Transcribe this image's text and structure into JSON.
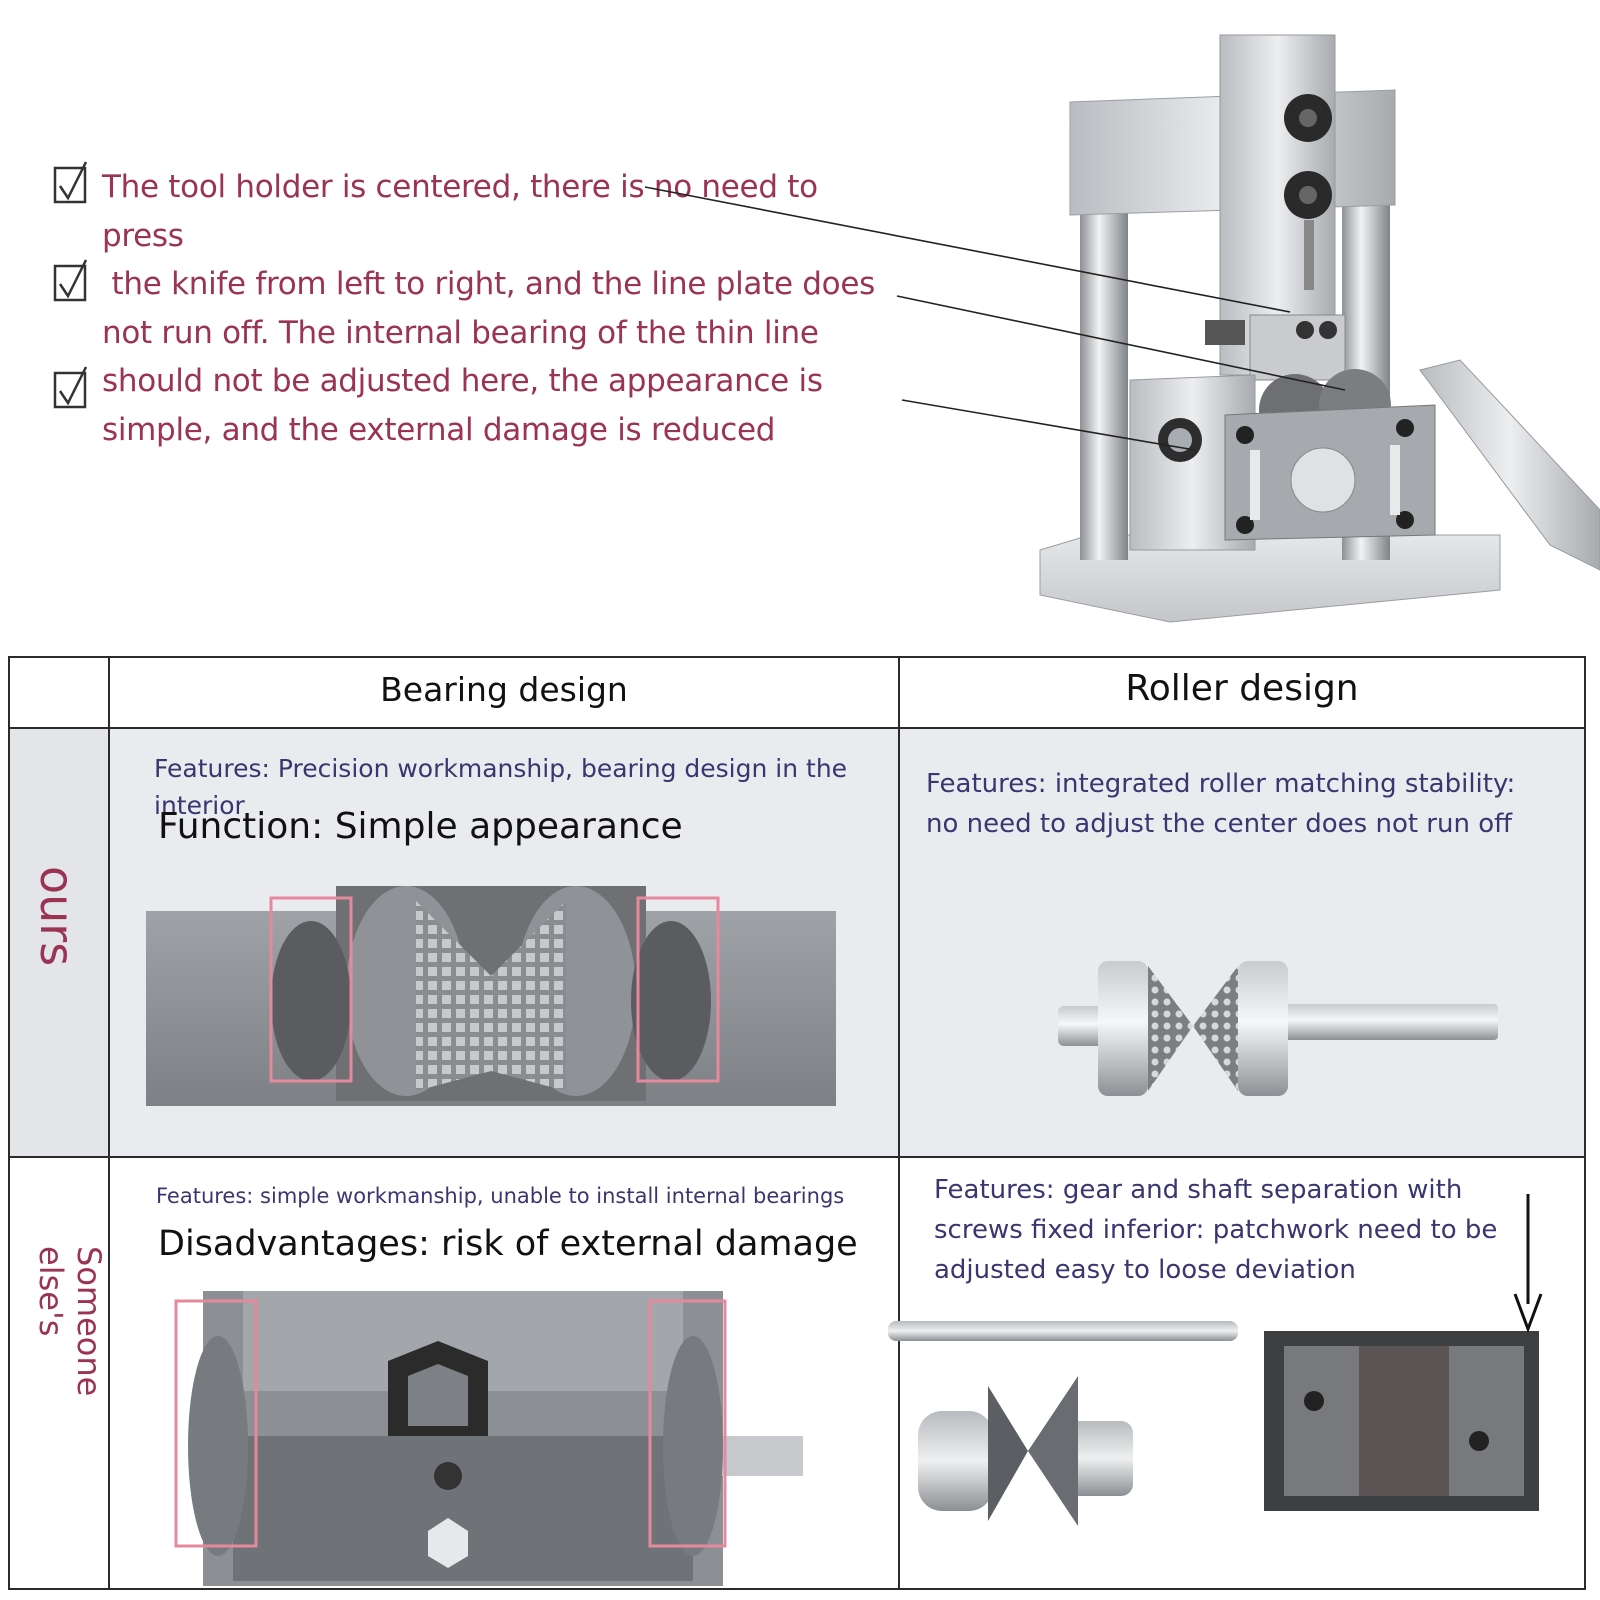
{
  "promo": {
    "line1": "The tool holder is centered, there is no need to press",
    "line2": " the knife from left to right, and the line plate does",
    "line3": "not run off. The internal bearing of the thin line",
    "line4": "should not be adjusted here, the appearance is",
    "line5": "simple, and the external damage is reduced"
  },
  "table": {
    "header_bearing": "Bearing design",
    "header_roller": "Roller design",
    "row_ours": "ours",
    "row_others": "Someone else's",
    "ours_bearing_features": "Features: Precision workmanship, bearing design in the interior",
    "ours_bearing_function": "Function: Simple appearance",
    "ours_roller_features": "Features: integrated roller matching stability: no need to adjust the center does not run off",
    "others_bearing_features": "Features: simple workmanship, unable to install internal bearings",
    "others_bearing_disadvantage": "Disadvantages: risk of external damage",
    "others_roller_features": "Features: gear and shaft separation with screws fixed inferior: patchwork need to be adjusted easy to loose deviation"
  },
  "colors": {
    "accent": "#9b3352",
    "feature_text": "#3a3670",
    "cell_bg": "#e9ebee",
    "highlight_box": "#e58a9c"
  }
}
